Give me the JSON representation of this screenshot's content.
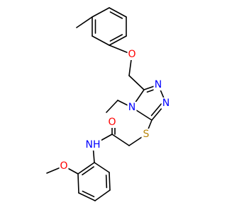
{
  "structure": {
    "atoms": {
      "ring_oxygen_ether": "O",
      "triazole_n1": "N",
      "triazole_n2": "N",
      "triazole_n4": "N",
      "thioether_s": "S",
      "carbonyl_o": "O",
      "amide_nh": "NH",
      "methoxy_o": "O"
    },
    "colors": {
      "O": "#ff0000",
      "N": "#0000ff",
      "S": "#b8860b",
      "bond": "#000000"
    }
  }
}
